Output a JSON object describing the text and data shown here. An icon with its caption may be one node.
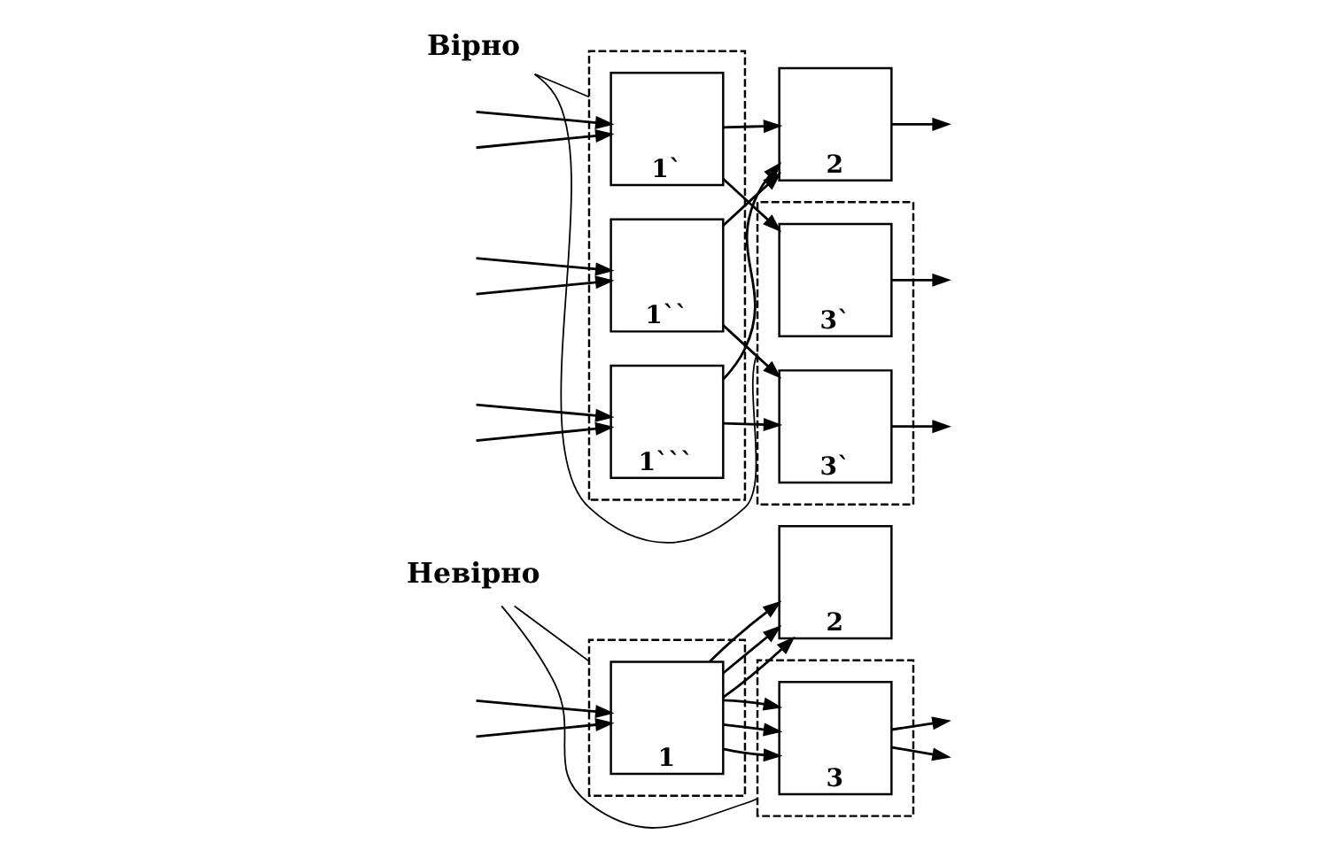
{
  "diagram": {
    "nodes": [
      {
        "text": [],
        "shape": "box"
      },
      {
        "text": [
          "1"
        ],
        "in": 0
      },
      {
        "text": [
          "2"
        ]
      },
      {
        "text": [],
        "shape": "box"
      },
      {
        "text": [
          "3"
        ],
        "in": 3
      },
      {
        "text": [
          "Невірно"
        ]
      },
      {
        "text": [],
        "shape": "box"
      },
      {
        "text": [
          "1`"
        ],
        "in": 6
      },
      {
        "text": [
          "1``"
        ],
        "in": 6
      },
      {
        "text": [
          "1```"
        ],
        "in": 6
      },
      {
        "text": [
          "2"
        ]
      },
      {
        "text": [],
        "shape": "box"
      },
      {
        "text": [
          "3`"
        ],
        "in": 11
      },
      {
        "text": [
          "3`"
        ],
        "in": 11
      },
      {
        "text": [
          "Вірно"
        ]
      }
    ],
    "edges": [
      {
        "from": null,
        "to": 1,
        "arrow": "to"
      },
      {
        "from": null,
        "to": 1,
        "arrow": "to"
      },
      {
        "from": 1,
        "to": 2,
        "arrow": "to"
      },
      {
        "from": 1,
        "to": 2,
        "arrow": "to"
      },
      {
        "from": 1,
        "to": 2,
        "arrow": "to"
      },
      {
        "from": 1,
        "to": 4,
        "arrow": "to"
      },
      {
        "from": 1,
        "to": 4,
        "arrow": "to"
      },
      {
        "from": 1,
        "to": 4,
        "arrow": "to"
      },
      {
        "from": 4,
        "to": null,
        "arrow": "to"
      },
      {
        "from": 4,
        "to": null,
        "arrow": "to"
      },
      {
        "from": 5,
        "to": 0,
        "arrow": "none"
      },
      {
        "from": 5,
        "to": 3,
        "arrow": "none"
      },
      {
        "from": null,
        "to": 7,
        "arrow": "to"
      },
      {
        "from": null,
        "to": 7,
        "arrow": "to"
      },
      {
        "from": null,
        "to": 8,
        "arrow": "to"
      },
      {
        "from": null,
        "to": 8,
        "arrow": "to"
      },
      {
        "from": null,
        "to": 9,
        "arrow": "to"
      },
      {
        "from": null,
        "to": 9,
        "arrow": "to"
      },
      {
        "from": 7,
        "to": 10,
        "arrow": "to"
      },
      {
        "from": 8,
        "to": 10,
        "arrow": "to"
      },
      {
        "from": 9,
        "to": 10,
        "arrow": "to"
      },
      {
        "from": 7,
        "to": 12,
        "arrow": "to"
      },
      {
        "from": 8,
        "to": 13,
        "arrow": "to"
      },
      {
        "from": 9,
        "to": 13,
        "arrow": "to"
      },
      {
        "from": 10,
        "to": null,
        "arrow": "to"
      },
      {
        "from": 12,
        "to": null,
        "arrow": "to"
      },
      {
        "from": 13,
        "to": null,
        "arrow": "to"
      },
      {
        "from": 14,
        "to": 6,
        "arrow": "none"
      },
      {
        "from": 14,
        "to": 11,
        "arrow": "none"
      }
    ]
  }
}
